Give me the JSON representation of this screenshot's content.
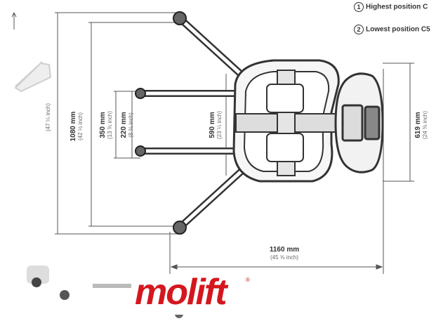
{
  "legend": [
    {
      "number": "1",
      "text": "Highest position C"
    },
    {
      "number": "2",
      "text": "Lowest position C5"
    }
  ],
  "dimensions": {
    "overall_height": {
      "value": "1080 mm",
      "inches": "(42 ½ inch)"
    },
    "outer_edge": {
      "inches": "(47 ¼ inch)"
    },
    "leg_span": {
      "value": "350 mm",
      "inches": "(13 ¾ inch)"
    },
    "inner_span": {
      "value": "220 mm",
      "inches": "(8 ⅔ inch)"
    },
    "width_center": {
      "value": "590 mm",
      "inches": "(23 ¼ inch)"
    },
    "mast_width": {
      "value": "619 mm",
      "inches": "(24 ⅜ inch)"
    },
    "length": {
      "value": "1160 mm",
      "inches": "(45 ⅝ inch)"
    }
  },
  "logo": {
    "brand": "molift",
    "mark": "®"
  },
  "colors": {
    "brand_red": "#d4171e",
    "line": "#333333",
    "dim": "#555555"
  }
}
